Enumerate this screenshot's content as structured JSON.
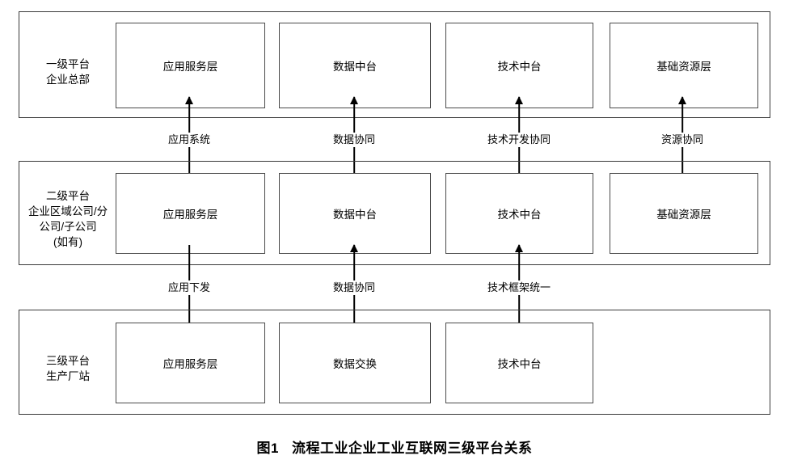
{
  "figure": {
    "caption_number": "图1",
    "caption_text": "流程工业企业工业互联网三级平台关系"
  },
  "tiers": [
    {
      "id": "tier-1",
      "label": "一级平台\n企业总部",
      "modules": [
        {
          "id": "tier1-app-service",
          "label": "应用服务层"
        },
        {
          "id": "tier1-data-midend",
          "label": "数据中台"
        },
        {
          "id": "tier1-tech-midend",
          "label": "技术中台"
        },
        {
          "id": "tier1-infra-resource",
          "label": "基础资源层"
        }
      ]
    },
    {
      "id": "tier-2",
      "label": "二级平台\n企业区域公司/分\n公司/子公司\n(如有)",
      "modules": [
        {
          "id": "tier2-app-service",
          "label": "应用服务层"
        },
        {
          "id": "tier2-data-midend",
          "label": "数据中台"
        },
        {
          "id": "tier2-tech-midend",
          "label": "技术中台"
        },
        {
          "id": "tier2-infra-resource",
          "label": "基础资源层"
        }
      ]
    },
    {
      "id": "tier-3",
      "label": "三级平台\n生产厂站",
      "modules": [
        {
          "id": "tier3-app-service",
          "label": "应用服务层"
        },
        {
          "id": "tier3-data-exchange",
          "label": "数据交换"
        },
        {
          "id": "tier3-tech-midend",
          "label": "技术中台"
        }
      ]
    }
  ],
  "connectors_tier1_tier2": [
    {
      "id": "conn-app-system",
      "label": "应用系统",
      "direction": "both"
    },
    {
      "id": "conn-data-collab",
      "label": "数据协同",
      "direction": "both"
    },
    {
      "id": "conn-tech-dev-collab",
      "label": "技术开发协同",
      "direction": "both"
    },
    {
      "id": "conn-resource-collab",
      "label": "资源协同",
      "direction": "both"
    }
  ],
  "connectors_tier2_tier3": [
    {
      "id": "conn-app-dispatch",
      "label": "应用下发",
      "direction": "down"
    },
    {
      "id": "conn-data-collab-2",
      "label": "数据协同",
      "direction": "both"
    },
    {
      "id": "conn-tech-framework-unify",
      "label": "技术框架统一",
      "direction": "both"
    }
  ],
  "colors": {
    "border": "#3a3a3a",
    "box_border": "#4a4a4a",
    "arrow": "#000000",
    "background": "#ffffff",
    "text": "#000000"
  }
}
